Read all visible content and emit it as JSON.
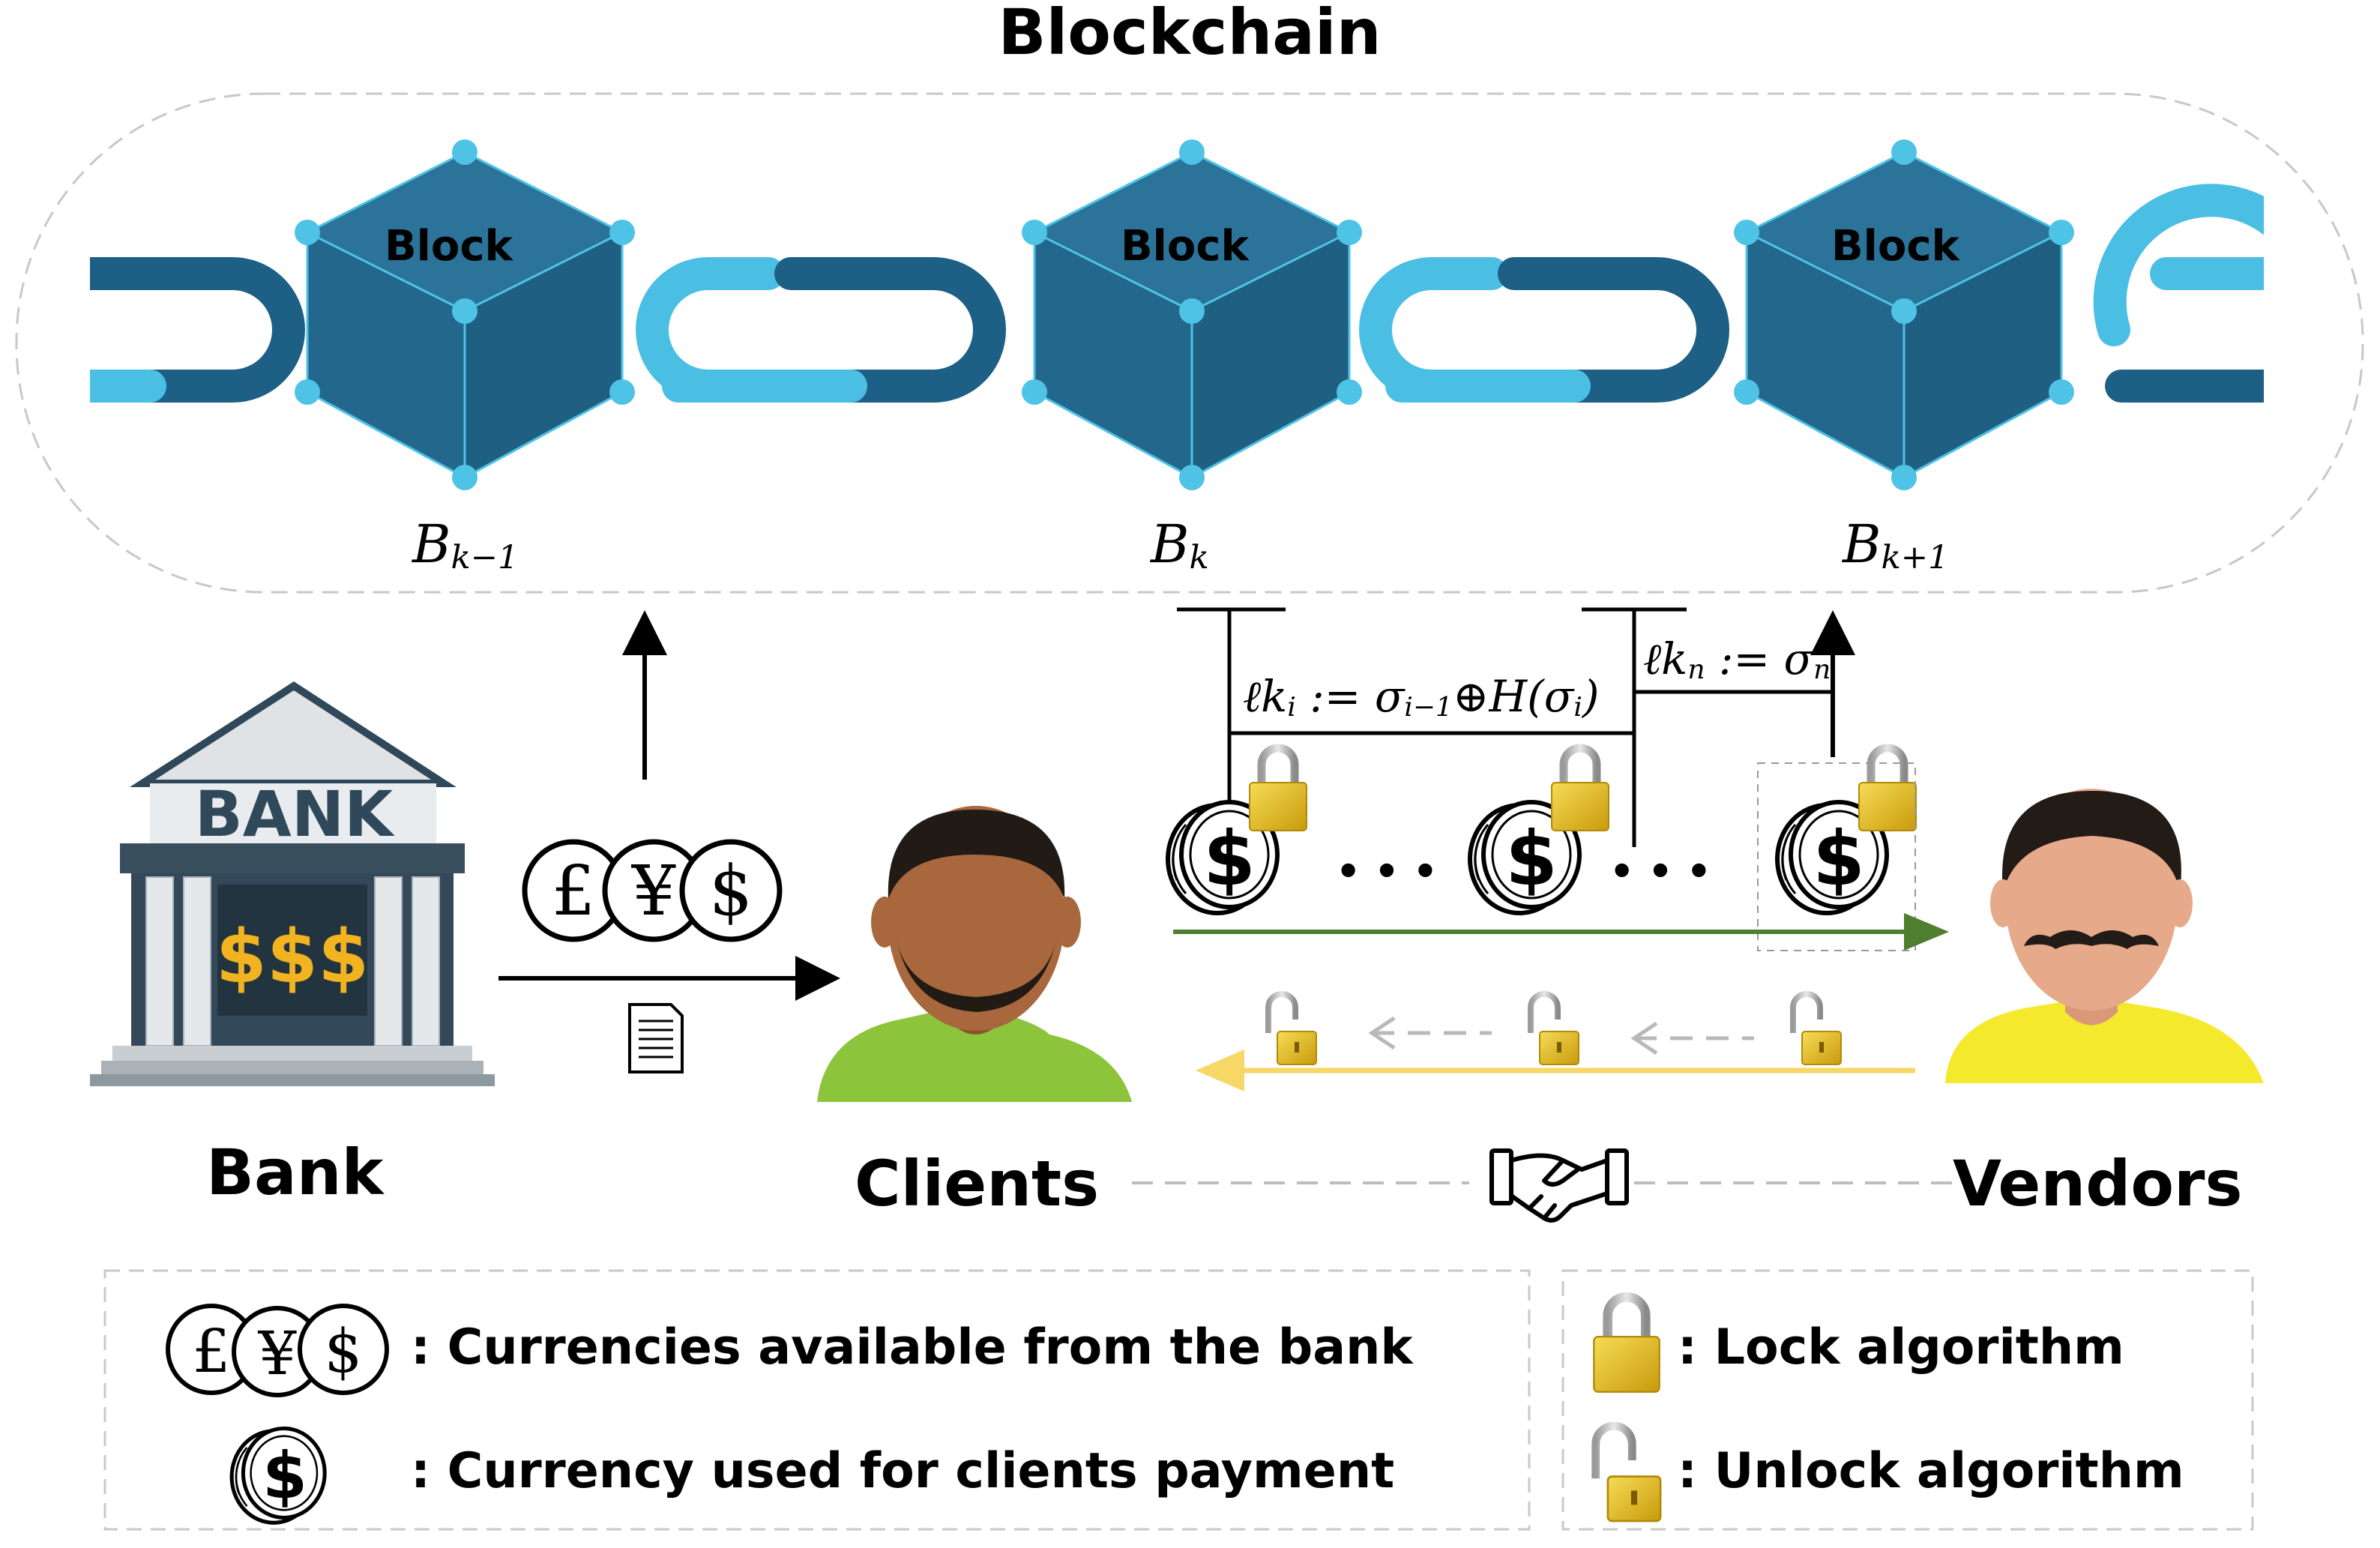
{
  "title": "Blockchain",
  "blocks": [
    {
      "label": "Block",
      "name_base": "B",
      "name_sub": "k−1"
    },
    {
      "label": "Block",
      "name_base": "B",
      "name_sub": "k"
    },
    {
      "label": "Block",
      "name_base": "B",
      "name_sub": "k+1"
    }
  ],
  "bank": {
    "sign": "BANK",
    "money": "$$$",
    "caption": "Bank"
  },
  "clients": {
    "caption": "Clients"
  },
  "vendors": {
    "caption": "Vendors"
  },
  "currency_symbols": [
    "£",
    "¥",
    "$"
  ],
  "coin_symbol": "$",
  "ellipsis": "• • •",
  "formula_i": {
    "lk": "ℓk",
    "lk_sub": "i",
    "assign": " := ",
    "sigma": "σ",
    "sigma_sub": "i−1",
    "xor": "⊕",
    "h": "H",
    "open": "(",
    "sigma2": "σ",
    "sigma2_sub": "i",
    "close": ")"
  },
  "formula_n": {
    "lk": "ℓk",
    "lk_sub": "n",
    "assign": " := ",
    "sigma": "σ",
    "sigma_sub": "n"
  },
  "legend": {
    "currencies": ": Currencies available from the bank",
    "currency_used": ": Currency used for clients payment",
    "lock": ": Lock algorithm",
    "unlock": ": Unlock algorithm"
  },
  "colors": {
    "block_face": "#23678c",
    "block_edge": "#4ec3e6",
    "chain_light": "#4bbfe3",
    "chain_dark": "#1e5f85",
    "lock_gold": "#e6c21c",
    "green_arrow": "#4f7f2e",
    "yellow_arrow": "#f7d766",
    "client_skin": "#a8673c",
    "client_shirt": "#8cc43c",
    "vendor_skin": "#e6a98a",
    "vendor_shirt": "#f4e92c",
    "bank_dark": "#2f4454"
  },
  "icons": [
    "chain-link-icon",
    "block-cube-icon",
    "bank-building-icon",
    "currency-coins-icon",
    "document-icon",
    "client-avatar-icon",
    "vendor-avatar-icon",
    "dollar-coin-icon",
    "lock-icon",
    "unlock-icon",
    "handshake-icon"
  ]
}
